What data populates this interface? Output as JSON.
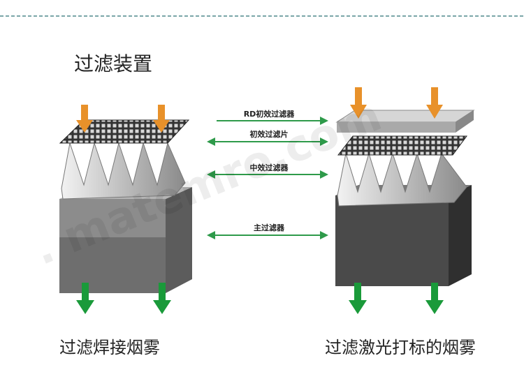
{
  "title": "过滤装置",
  "captions": {
    "left": "过滤焊接烟雾",
    "right": "过滤激光打标的烟雾"
  },
  "labels": [
    "RD初效过滤器",
    "初效过滤片",
    "中效过滤器",
    "主过滤器"
  ],
  "watermark": "www.matemro.com",
  "colors": {
    "arrow_in": "#e8912a",
    "arrow_out": "#1a9a3a",
    "connector": "#2e9a4a",
    "divider": "#7aa6a8"
  }
}
